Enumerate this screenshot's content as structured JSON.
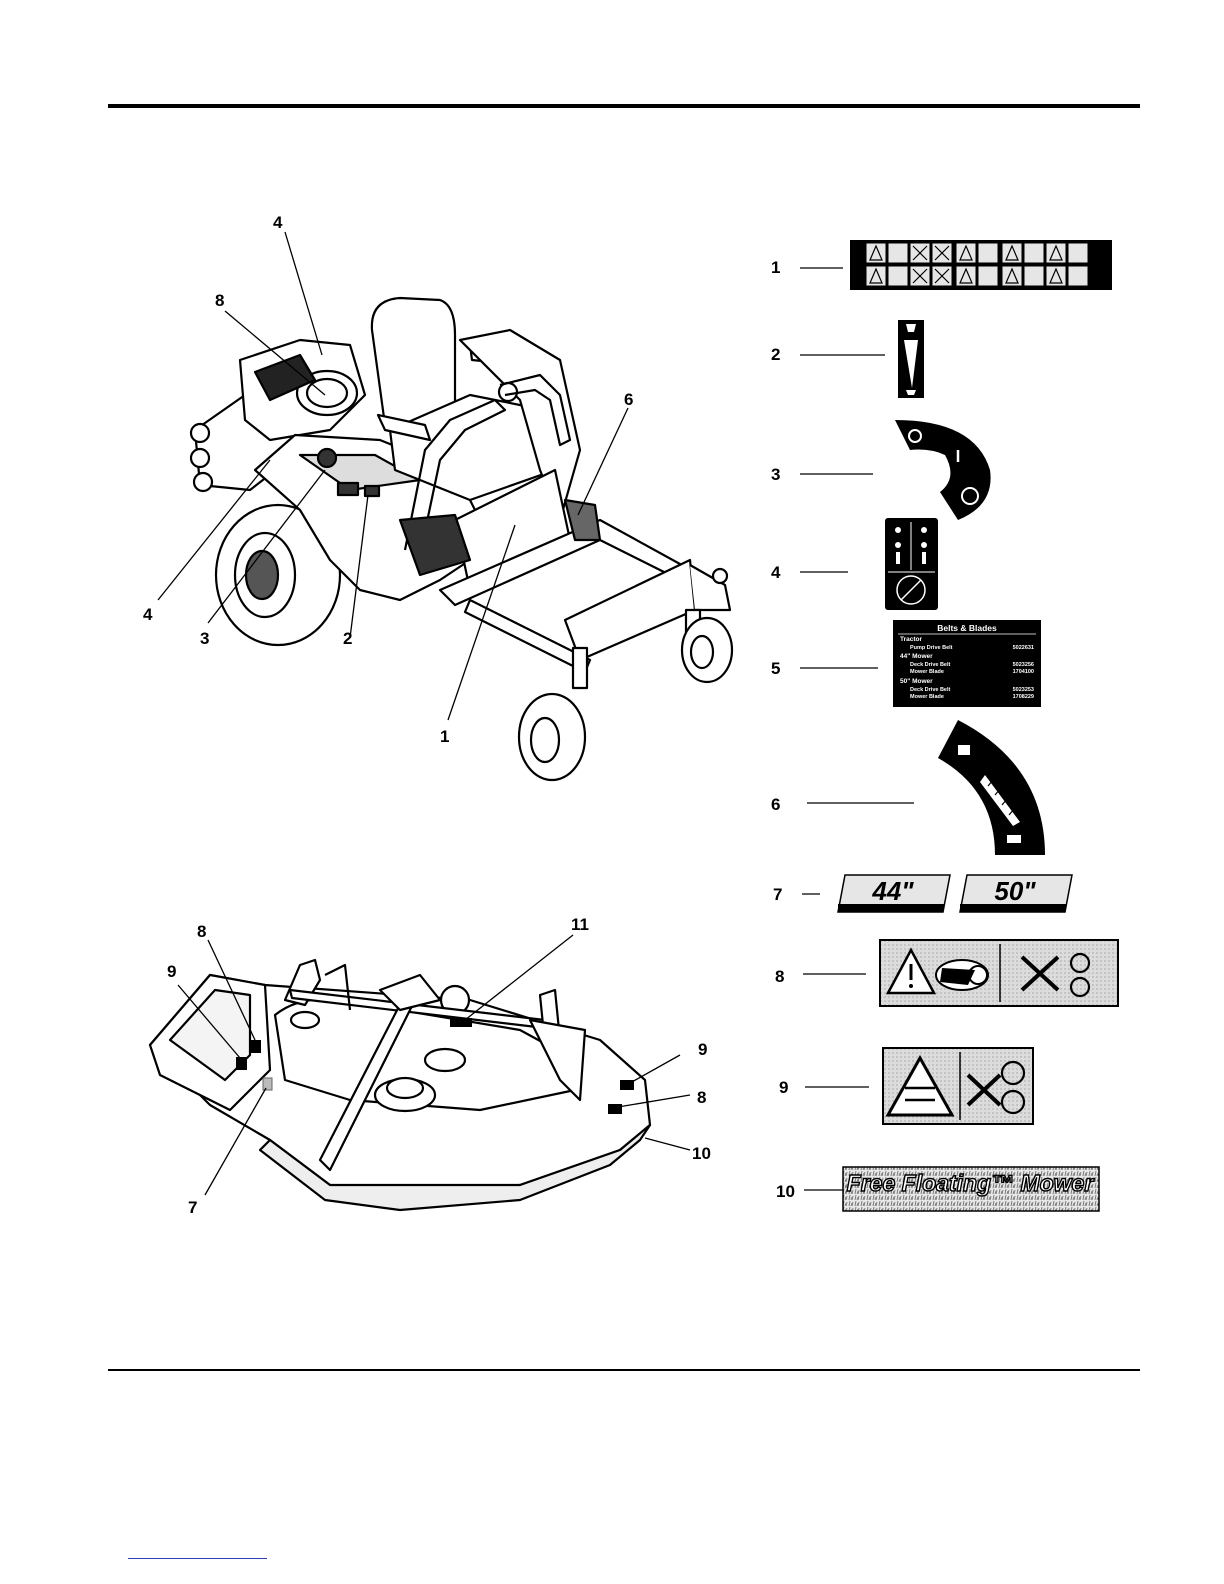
{
  "tractor_callouts": [
    {
      "id": "t4a",
      "label": "4"
    },
    {
      "id": "t8",
      "label": "8"
    },
    {
      "id": "t6",
      "label": "6"
    },
    {
      "id": "t4b",
      "label": "4"
    },
    {
      "id": "t3",
      "label": "3"
    },
    {
      "id": "t2",
      "label": "2"
    },
    {
      "id": "t1",
      "label": "1"
    }
  ],
  "deck_callouts": [
    {
      "id": "d8a",
      "label": "8"
    },
    {
      "id": "d9a",
      "label": "9"
    },
    {
      "id": "d11",
      "label": "11"
    },
    {
      "id": "d9b",
      "label": "9"
    },
    {
      "id": "d8b",
      "label": "8"
    },
    {
      "id": "d10",
      "label": "10"
    },
    {
      "id": "d7",
      "label": "7"
    }
  ],
  "decal_keys": [
    "1",
    "2",
    "3",
    "4",
    "5",
    "6",
    "7",
    "8",
    "9",
    "10"
  ],
  "decal_5": {
    "title": "Belts & Blades",
    "sections": [
      {
        "heading": "Tractor",
        "rows": [
          [
            "Pump Drive Belt",
            "5022631"
          ]
        ]
      },
      {
        "heading": "44\" Mower",
        "rows": [
          [
            "Deck Drive Belt",
            "5023256"
          ],
          [
            "Mower Blade",
            "1704100"
          ]
        ]
      },
      {
        "heading": "50\" Mower",
        "rows": [
          [
            "Deck Drive Belt",
            "5023253"
          ],
          [
            "Mower Blade",
            "1708229"
          ]
        ]
      }
    ]
  },
  "decal_7": {
    "sizes": [
      "44\"",
      "50\""
    ]
  },
  "decal_10": {
    "text": "Free Floating™ Mower"
  },
  "colors": {
    "ink": "#000000",
    "rule": "#000000",
    "decal_bg": "#d8d8d8",
    "link": "#2d3fb5"
  }
}
